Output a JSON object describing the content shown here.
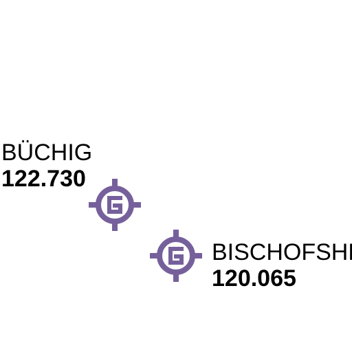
{
  "map": {
    "marker_color": "#76609b",
    "marker_icon": "target-g-icon",
    "points": [
      {
        "name": "BÜCHIG",
        "value": "122.730"
      },
      {
        "name": "BISCHOFSHEIM",
        "value": "120.065"
      }
    ]
  }
}
